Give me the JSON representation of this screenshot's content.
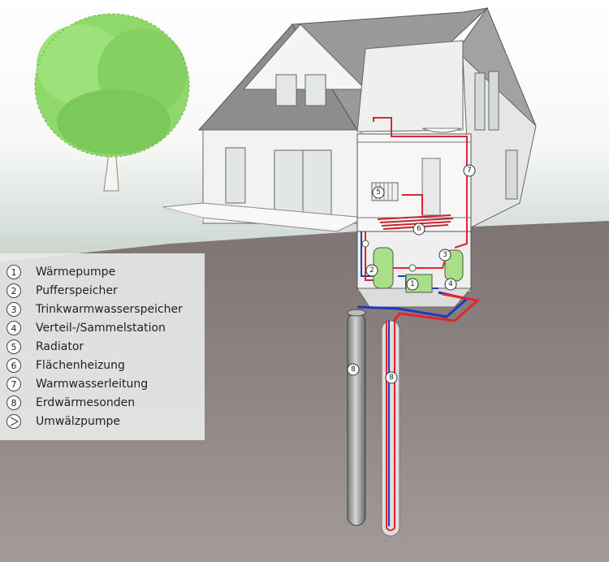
{
  "legend": [
    {
      "num": "1",
      "label": "Wärmepumpe"
    },
    {
      "num": "2",
      "label": "Pufferspeicher"
    },
    {
      "num": "3",
      "label": "Trinkwarmwasserspeicher"
    },
    {
      "num": "4",
      "label": "Verteil-/Sammelstation"
    },
    {
      "num": "5",
      "label": "Radiator"
    },
    {
      "num": "6",
      "label": "Flächenheizung"
    },
    {
      "num": "7",
      "label": "Warmwasserleitung"
    },
    {
      "num": "8",
      "label": "Erdwärmesonden"
    },
    {
      "num": "",
      "label": "Umwälzpumpe"
    }
  ],
  "markers": {
    "heat_pump": "1",
    "buffer_tank": "2",
    "dhw_tank": "3",
    "distribution": "4",
    "radiator": "5",
    "floor_heating": "6",
    "hot_water_line": "7",
    "probe_left": "8",
    "probe_right": "8"
  },
  "colors": {
    "supply": "#e0262c",
    "return": "#2239b8",
    "ground": "#8c817f",
    "sky": "#ffffff",
    "house": "#f2f2f2",
    "roof": "#8e8c8d",
    "tree": "#8fd86a"
  }
}
